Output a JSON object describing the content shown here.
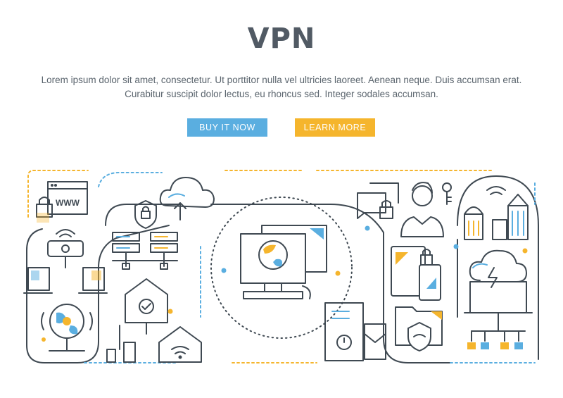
{
  "header": {
    "title": "VPN",
    "description_line1": "Lorem ipsum dolor sit amet, consectetur. Ut porttitor nulla vel ultricies laoreet. Aenean neque. Duis accumsan erat.",
    "description_line2": "Curabitur suscipit dolor lectus, eu rhoncus sed. Integer sodales accumsan."
  },
  "buttons": {
    "buy": "BUY IT NOW",
    "learn": "LEARN MORE"
  },
  "illustration": {
    "browser_text": "WWW"
  },
  "colors": {
    "blue": "#5aaee0",
    "yellow": "#f5b52d",
    "line": "#3f4952"
  }
}
